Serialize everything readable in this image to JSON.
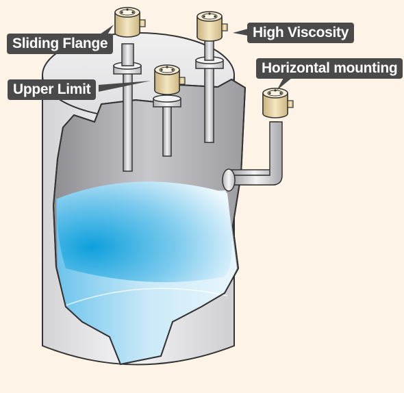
{
  "labels": {
    "sliding_flange": "Sliding Flange",
    "high_viscosity": "High Viscosity",
    "horizontal_mounting": "Horizontal mounting",
    "upper_limit": "Upper Limit"
  },
  "colors": {
    "background": "#fdf3e6",
    "label_bg": "#4a4a4a",
    "label_text": "#ffffff",
    "tank_outline": "#333333",
    "liquid_light": "#dff2fb",
    "liquid_dark": "#1aa6e0",
    "sensor_head": "#e8d6a6"
  },
  "icons": [
    "level-switch-icon"
  ]
}
